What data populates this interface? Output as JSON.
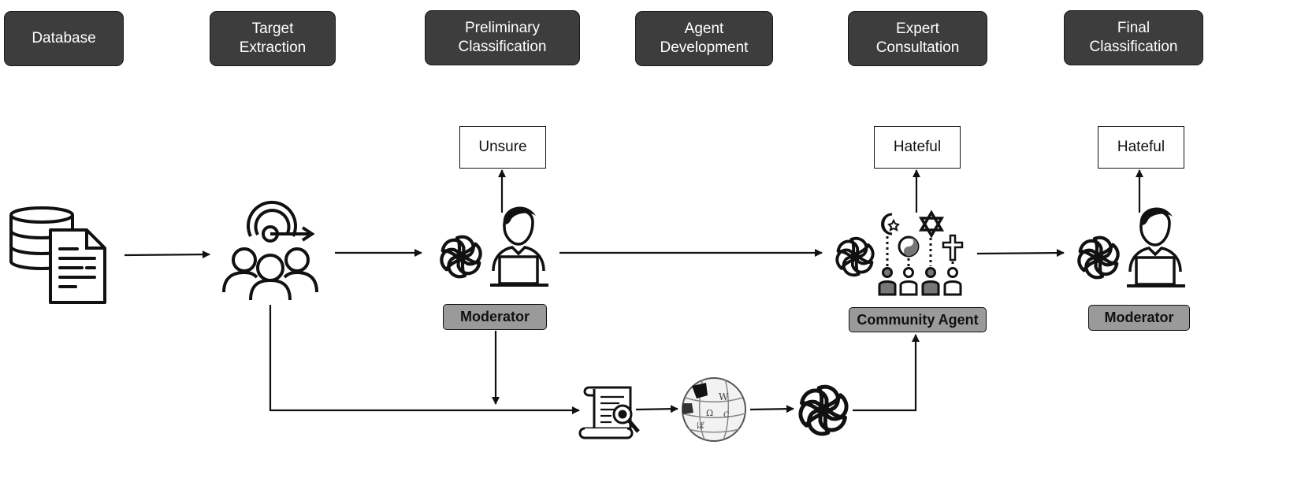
{
  "stages": [
    {
      "id": "database",
      "label": "Database"
    },
    {
      "id": "target-extraction",
      "label": "Target\nExtraction"
    },
    {
      "id": "preliminary-classification",
      "label": "Preliminary\nClassification"
    },
    {
      "id": "agent-development",
      "label": "Agent\nDevelopment"
    },
    {
      "id": "expert-consultation",
      "label": "Expert\nConsultation"
    },
    {
      "id": "final-classification",
      "label": "Final\nClassification"
    }
  ],
  "outputs": {
    "preliminary": "Unsure",
    "expert": "Hateful",
    "final": "Hateful"
  },
  "roles": {
    "preliminary": "Moderator",
    "expert": "Community Agent",
    "final": "Moderator"
  },
  "icons": [
    "database-icon",
    "document-icon",
    "target-audience-icon",
    "openai-logo-icon",
    "moderator-person-icon",
    "religious-symbols-icon",
    "community-people-icon",
    "scroll-search-icon",
    "wikipedia-globe-icon"
  ],
  "colors": {
    "stage_fill": "#3d3d3d",
    "stage_text": "#ffffff",
    "role_fill": "#9a9a9a",
    "stroke": "#111111"
  }
}
